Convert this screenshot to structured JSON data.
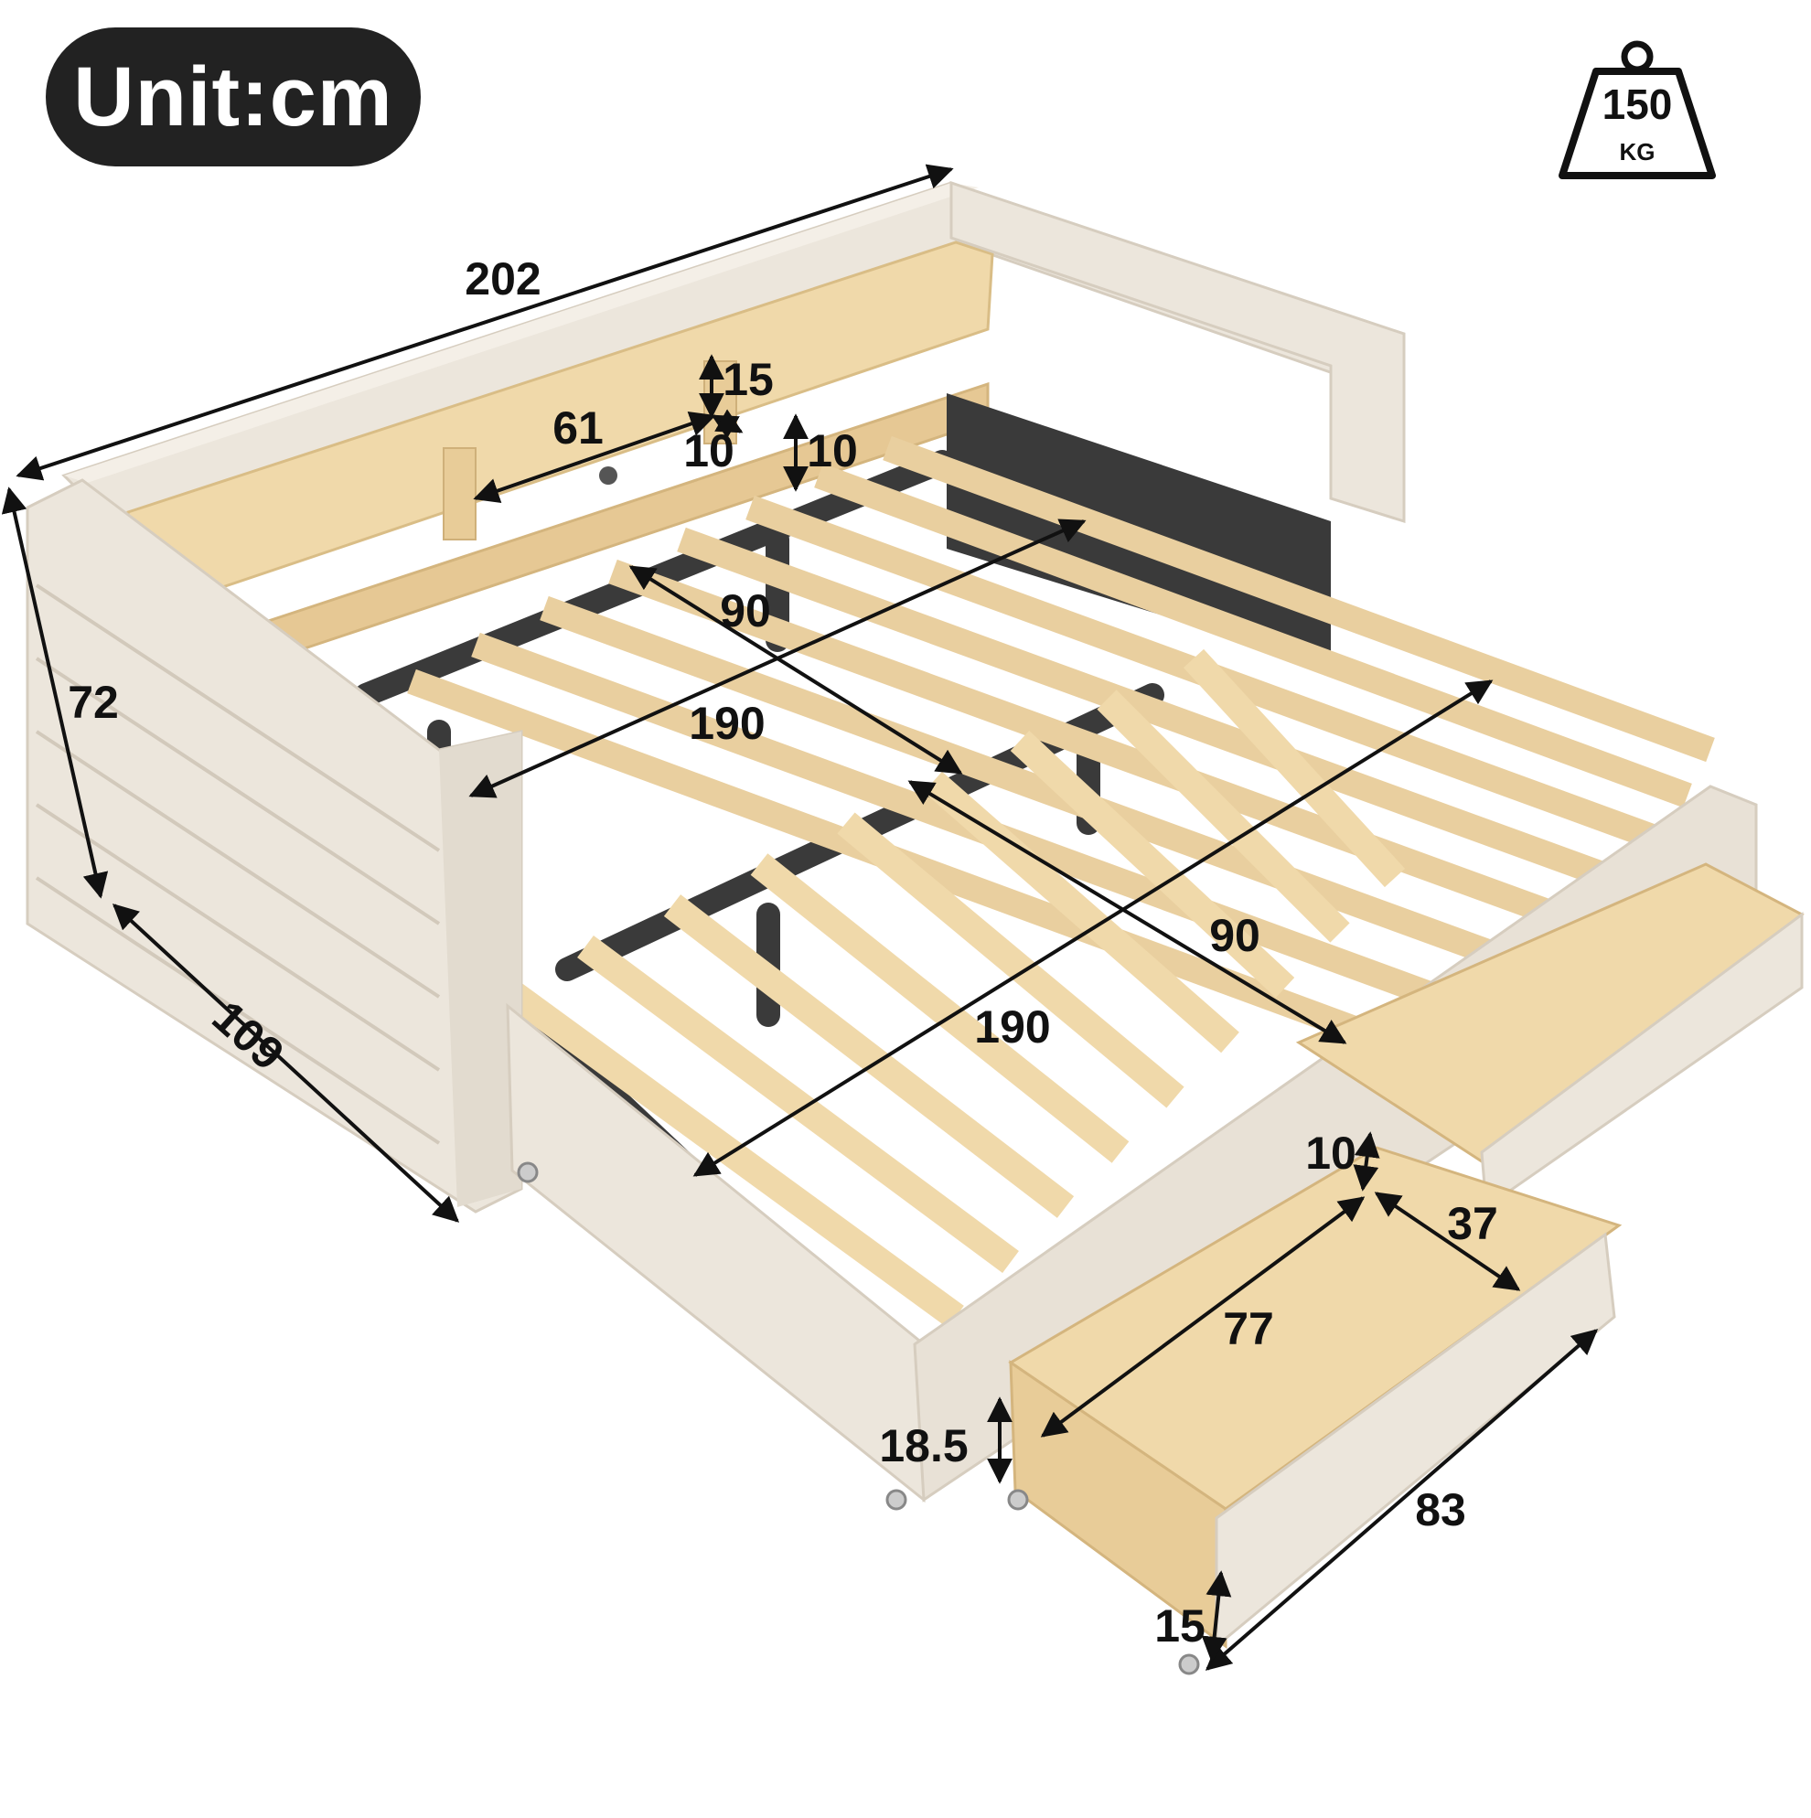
{
  "unit_label": "Unit:cm",
  "weight_capacity": {
    "value": "150",
    "unit": "KG"
  },
  "dimensions": {
    "total_length": "202",
    "total_height": "72",
    "total_width": "109",
    "shelf_length": "61",
    "shelf_compartment_height": "15",
    "shelf_divider_thickness": "10",
    "shelf_depth": "10",
    "top_mattress_width": "90",
    "top_mattress_length": "190",
    "trundle_mattress_width": "90",
    "trundle_mattress_length": "190",
    "drawer_height_gap": "10",
    "drawer_depth": "37",
    "drawer_inner_length": "77",
    "drawer_front_height": "18.5",
    "drawer_outer_length": "83",
    "drawer_side_height": "15"
  },
  "colors": {
    "upholstery": "#ece6dc",
    "upholstery_shadow": "#d9d1c4",
    "wood": "#f0d9aa",
    "wood_dark": "#e2c58f",
    "metal": "#3a3a3a",
    "badge": "#222222"
  }
}
